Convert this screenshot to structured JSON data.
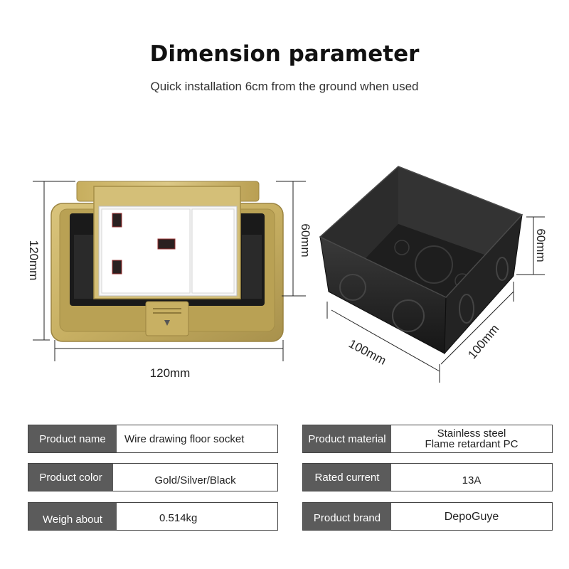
{
  "header": {
    "title": "Dimension parameter",
    "subtitle": "Quick installation 6cm from the ground when used"
  },
  "dimensions": {
    "socket_height": "120mm",
    "socket_width": "120mm",
    "socket_depth": "60mm",
    "box_depth": "60mm",
    "box_length_left": "100mm",
    "box_length_right": "100mm"
  },
  "colors": {
    "gold_frame": "#c8b063",
    "gold_dark": "#a38d46",
    "label_bg": "#5b5b5b",
    "box_black": "#1f1f1f"
  },
  "specs": {
    "product_name": {
      "label": "Product name",
      "value": "Wire drawing floor socket"
    },
    "product_material": {
      "label": "Product material",
      "value_line1": "Stainless steel",
      "value_line2": "Flame retardant PC"
    },
    "product_color": {
      "label": "Product color",
      "value": "Gold/Silver/Black"
    },
    "rated_current": {
      "label": "Rated current",
      "value": "13A"
    },
    "weigh_about": {
      "label": "Weigh about",
      "value": "0.514kg"
    },
    "product_brand": {
      "label": "Product brand",
      "value": "DepoGuye"
    }
  }
}
